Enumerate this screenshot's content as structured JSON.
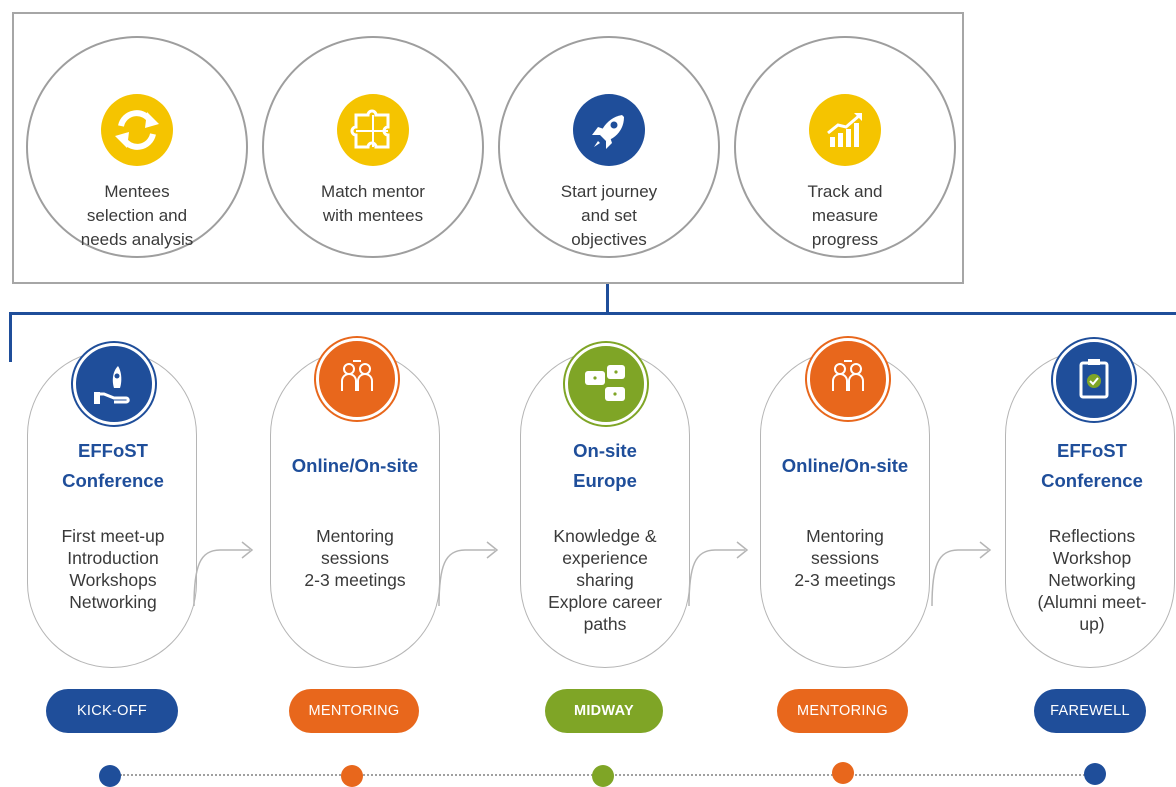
{
  "steps": [
    {
      "label": "Mentees\nselection and\nneeds analysis",
      "icon": "refresh-arrows-icon",
      "color": "#f5c400"
    },
    {
      "label": "Match mentor\nwith mentees",
      "icon": "puzzle-pieces-icon",
      "color": "#f5c400"
    },
    {
      "label": "Start journey\nand set\nobjectives",
      "icon": "rocket-icon",
      "color": "#1f4e9a"
    },
    {
      "label": "Track and\nmeasure\nprogress",
      "icon": "growth-chart-icon",
      "color": "#f5c400"
    }
  ],
  "phases": [
    {
      "title": "EFFoST\nConference",
      "desc": "First meet-up\nIntroduction\nWorkshops\nNetworking",
      "badge": "KICK-OFF",
      "color": "#1f4e9a",
      "icon": "hand-rocket-icon"
    },
    {
      "title": "Online/On-site",
      "desc": "Mentoring\nsessions\n2-3 meetings",
      "badge": "MENTORING",
      "color": "#e8671c",
      "icon": "mentors-exchange-icon"
    },
    {
      "title": "On-site\nEurope",
      "desc": "Knowledge &\nexperience\nsharing\nExplore career\npaths",
      "badge": "MIDWAY",
      "color": "#7fa526",
      "icon": "speech-bubbles-icon"
    },
    {
      "title": "Online/On-site",
      "desc": "Mentoring\nsessions\n2-3 meetings",
      "badge": "MENTORING",
      "color": "#e8671c",
      "icon": "mentors-exchange-icon"
    },
    {
      "title": "EFFoST\nConference",
      "desc": "Reflections\nWorkshop\nNetworking\n(Alumni meet-\nup)",
      "badge": "FAREWELL",
      "color": "#1f4e9a",
      "icon": "clipboard-check-icon"
    }
  ],
  "colors": {
    "navy": "#1f4e9a",
    "yellow": "#f5c400",
    "orange": "#e8671c",
    "green": "#7fa526",
    "grey": "#a6a6a6"
  }
}
